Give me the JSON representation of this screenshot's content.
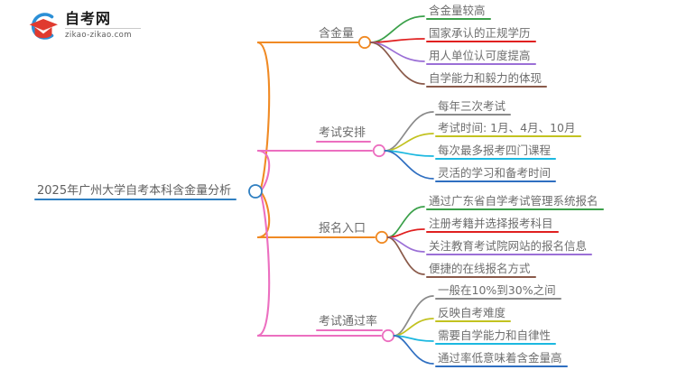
{
  "logo": {
    "icon": "graduation-cap-logo-icon",
    "title": "自考网",
    "subtitle": "zikao-zikao.com",
    "mark_arc_color": "#2b8fd6",
    "mark_cap_color": "#e03a2f"
  },
  "mindmap": {
    "root": {
      "label": "2025年广州大学自考本科含金量分析",
      "accent": "#2f7fc1",
      "node_dot_color": "#2f7fc1"
    },
    "branches": [
      {
        "label": "含金量",
        "color": "#f08a24",
        "children": [
          {
            "label": "含金量较高",
            "color": "#3aa049"
          },
          {
            "label": "国家承认的正规学历",
            "color": "#e02020"
          },
          {
            "label": "用人单位认可度提高",
            "color": "#9b6fd6"
          },
          {
            "label": "自学能力和毅力的体现",
            "color": "#8a5a4a"
          }
        ]
      },
      {
        "label": "考试安排",
        "color": "#ec6fc0",
        "children": [
          {
            "label": "每年三次考试",
            "color": "#8a8a8a"
          },
          {
            "label": "考试时间: 1月、4月、10月",
            "color": "#c2c220"
          },
          {
            "label": "每次最多报考四门课程",
            "color": "#1cb8e0"
          },
          {
            "label": "灵活的学习和备考时间",
            "color": "#2f6fc1"
          }
        ]
      },
      {
        "label": "报名入口",
        "color": "#f08a24",
        "children": [
          {
            "label": "通过广东省自学考试管理系统报名",
            "color": "#3aa049"
          },
          {
            "label": "注册考籍并选择报考科目",
            "color": "#e02020"
          },
          {
            "label": "关注教育考试院网站的报名信息",
            "color": "#9b6fd6"
          },
          {
            "label": "便捷的在线报名方式",
            "color": "#8a5a4a"
          }
        ]
      },
      {
        "label": "考试通过率",
        "color": "#ec6fc0",
        "children": [
          {
            "label": "一般在10%到30%之间",
            "color": "#8a8a8a"
          },
          {
            "label": "反映自考难度",
            "color": "#c2c220"
          },
          {
            "label": "需要自学能力和自律性",
            "color": "#1cb8e0"
          },
          {
            "label": "通过率低意味着含金量高",
            "color": "#2f6fc1"
          }
        ]
      }
    ]
  }
}
